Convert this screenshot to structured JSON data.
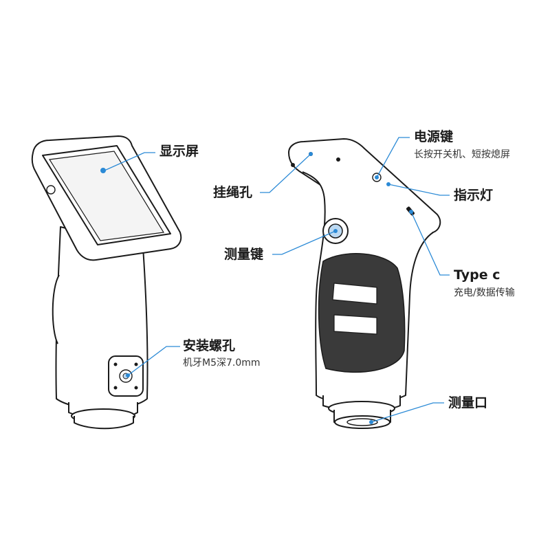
{
  "labels": {
    "display": "显示屏",
    "mount_hole": "安装螺孔",
    "mount_hole_spec": "机牙M5深7.0mm",
    "lanyard_hole": "挂绳孔",
    "measure_button": "测量键",
    "power_button": "电源键",
    "power_button_desc": "长按开关机、短按熄屏",
    "indicator_light": "指示灯",
    "type_c": "Type c",
    "type_c_desc": "充电/数据传输",
    "measure_port": "测量口"
  },
  "colors": {
    "leader": "#2b8ad6",
    "outline": "#1a1a1a",
    "grip": "#3a3a3a"
  }
}
